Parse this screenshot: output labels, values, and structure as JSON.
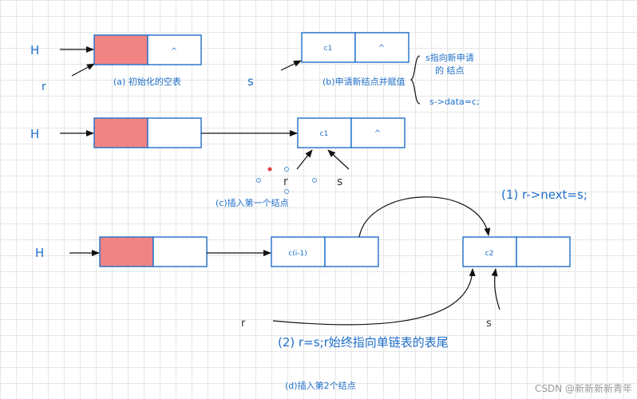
{
  "diagram": {
    "section_a": {
      "head_label": "H",
      "pointer_label": "r",
      "null_symbol": "^",
      "caption": "(a)  初始化的空表"
    },
    "section_b": {
      "pointer_label": "s",
      "node_data": "c1",
      "null_symbol": "^",
      "note_line1": "s指向新申请",
      "note_line2": "的 结点",
      "note_line3": "s->data=c;",
      "caption": "(b)申请新结点并赋值"
    },
    "section_c": {
      "head_label": "H",
      "node_data": "c1",
      "null_symbol": "^",
      "pointer_r": "r",
      "pointer_s": "s",
      "caption": "(c)插入第一个结点"
    },
    "section_d": {
      "head_label": "H",
      "node1_data": "c(i-1)",
      "node2_data": "c2",
      "step1": "(1) r->next=s;",
      "step2": "(2) r=s;r始终指向单链表的表尾",
      "pointer_r": "r",
      "pointer_s": "s",
      "caption": "(d)插入第2个结点"
    },
    "watermark": "CSDN @新新新新青年",
    "colors": {
      "box_stroke": "#1f6fc9",
      "head_fill": "#f08484",
      "text_blue": "#1f6fc9",
      "arrow": "#111111"
    }
  }
}
